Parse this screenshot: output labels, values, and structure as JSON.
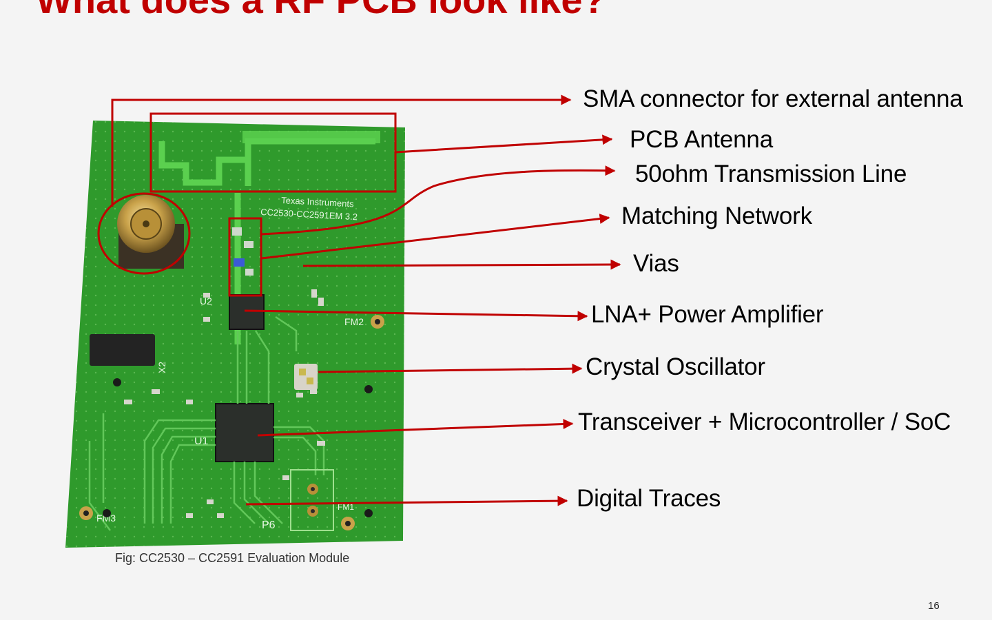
{
  "slide": {
    "title": "What does a RF PCB look like?",
    "caption": "Fig: CC2530 – CC2591 Evaluation Module",
    "page_number": "16"
  },
  "pcb": {
    "silkscreen_brand": "Texas Instruments",
    "silkscreen_model": "CC2530-CC2591EM 3.2",
    "ref_u2": "U2",
    "ref_u1": "U1",
    "ref_x2": "X2",
    "ref_fm1": "FM1",
    "ref_fm2": "FM2",
    "ref_fm3": "FM3",
    "ref_p6": "P6"
  },
  "callouts": [
    {
      "label": "SMA connector for external antenna"
    },
    {
      "label": "PCB Antenna"
    },
    {
      "label": "50ohm Transmission Line"
    },
    {
      "label": "Matching Network"
    },
    {
      "label": "Vias"
    },
    {
      "label": "LNA+ Power Amplifier"
    },
    {
      "label": "Crystal Oscillator"
    },
    {
      "label": "Transceiver + Microcontroller / SoC"
    },
    {
      "label": "Digital Traces"
    }
  ],
  "colors": {
    "accent_red": "#c00000",
    "pcb_green": "#2f9a2c",
    "trace_green": "#62c75a"
  }
}
